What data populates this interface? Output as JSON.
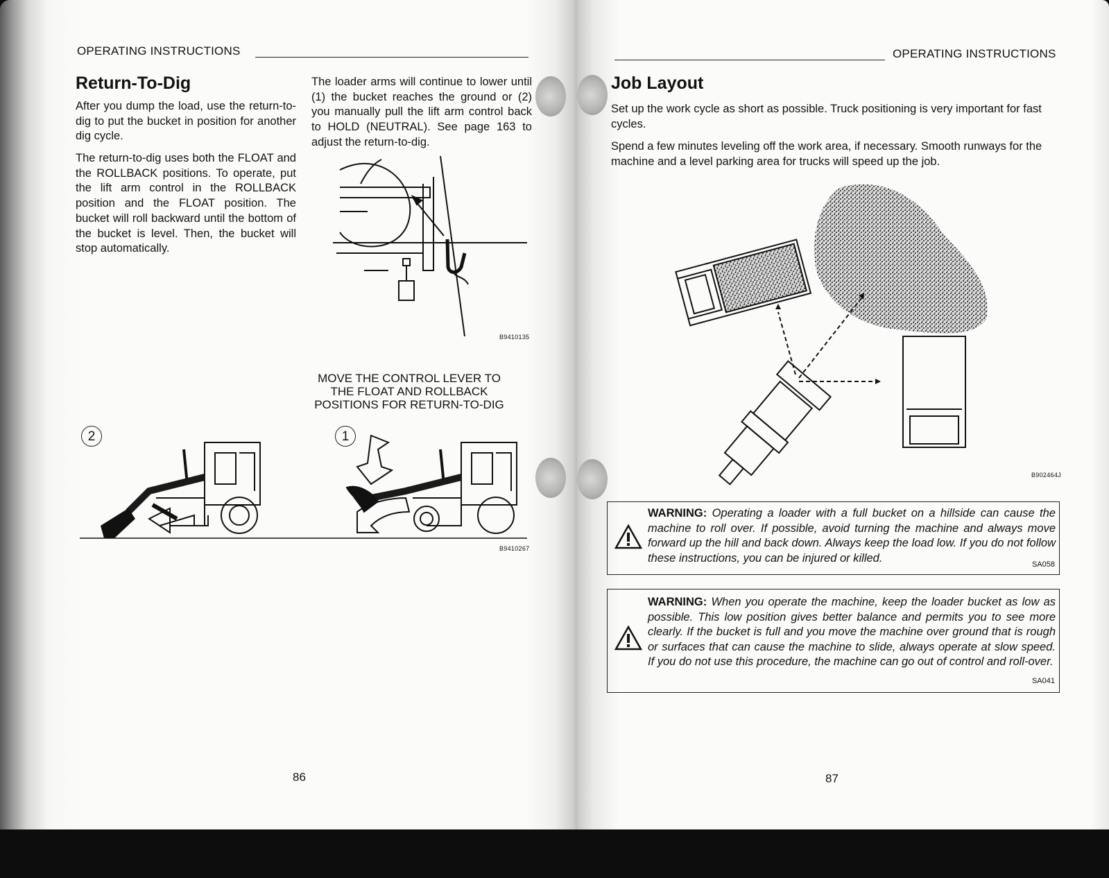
{
  "left_page": {
    "running_head": "OPERATING INSTRUCTIONS",
    "title": "Return-To-Dig",
    "para1": "After you dump the load, use the return-to-dig to put the bucket in position for another dig cycle.",
    "para2": "The return-to-dig uses both the FLOAT and the ROLLBACK positions. To operate, put the lift arm control in the ROLLBACK position and the FLOAT position. The bucket will roll backward until the bottom of the bucket is level. Then, the bucket will stop automatically.",
    "para3": "The loader arms will continue to lower until (1) the bucket reaches the ground or (2) you manually pull the lift arm control back to HOLD (NEUTRAL). See page 163 to adjust the return-to-dig.",
    "fig1_code": "B9410135",
    "caption": "MOVE THE CONTROL LEVER TO THE FLOAT AND ROLLBACK POSITIONS FOR RETURN-TO-DIG",
    "callout_2": "2",
    "callout_1": "1",
    "fig2_code": "B9410267",
    "page_number": "86"
  },
  "right_page": {
    "running_head": "OPERATING INSTRUCTIONS",
    "title": "Job Layout",
    "para1": "Set up the work cycle as short as possible. Truck positioning is very important for fast cycles.",
    "para2": "Spend a few minutes leveling off the work area, if necessary. Smooth runways for the machine and a level parking area for trucks will speed up the job.",
    "fig_code": "B902464J",
    "warning1": {
      "label": "WARNING:",
      "text": "Operating a loader with a full bucket on a hillside can cause the machine to roll over. If possible, avoid turning the machine and always move forward up the hill and back down. Always keep the load low. If you do not follow these instructions, you can be injured or killed.",
      "code": "SA058"
    },
    "warning2": {
      "label": "WARNING:",
      "text": "When you operate the machine, keep the loader bucket as low as possible. This low position gives better balance and permits you to see more clearly. If the bucket is full and you move the machine over ground that is rough or surfaces that can cause the machine to slide, always operate at slow speed. If you do not use this procedure, the machine can go out of control and roll-over.",
      "code": "SA041"
    },
    "page_number": "87"
  }
}
